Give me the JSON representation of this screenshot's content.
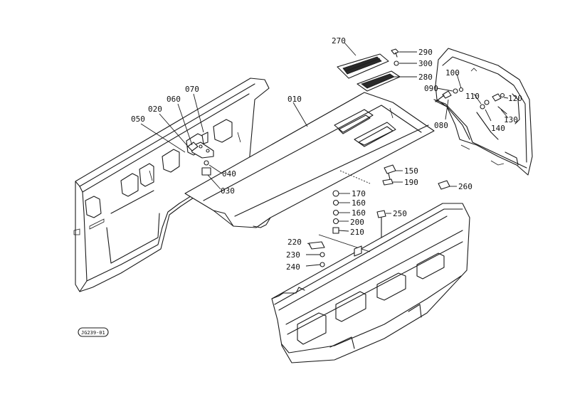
{
  "diagram": {
    "stamp": "JG239-01",
    "callouts": [
      {
        "id": "c270",
        "label": "270"
      },
      {
        "id": "c290",
        "label": "290"
      },
      {
        "id": "c300",
        "label": "300"
      },
      {
        "id": "c280",
        "label": "280"
      },
      {
        "id": "c100",
        "label": "100"
      },
      {
        "id": "c090",
        "label": "090"
      },
      {
        "id": "c110",
        "label": "110"
      },
      {
        "id": "c120",
        "label": "120"
      },
      {
        "id": "c130",
        "label": "130"
      },
      {
        "id": "c140",
        "label": "140"
      },
      {
        "id": "c080",
        "label": "080"
      },
      {
        "id": "c010",
        "label": "010"
      },
      {
        "id": "c070",
        "label": "070"
      },
      {
        "id": "c060",
        "label": "060"
      },
      {
        "id": "c020",
        "label": "020"
      },
      {
        "id": "c050",
        "label": "050"
      },
      {
        "id": "c040",
        "label": "040"
      },
      {
        "id": "c030",
        "label": "030"
      },
      {
        "id": "c150",
        "label": "150"
      },
      {
        "id": "c190",
        "label": "190"
      },
      {
        "id": "c260",
        "label": "260"
      },
      {
        "id": "c170",
        "label": "170"
      },
      {
        "id": "c160a",
        "label": "160"
      },
      {
        "id": "c160b",
        "label": "160"
      },
      {
        "id": "c200",
        "label": "200"
      },
      {
        "id": "c210",
        "label": "210"
      },
      {
        "id": "c250",
        "label": "250"
      },
      {
        "id": "c220",
        "label": "220"
      },
      {
        "id": "c230",
        "label": "230"
      },
      {
        "id": "c240",
        "label": "240"
      }
    ]
  }
}
